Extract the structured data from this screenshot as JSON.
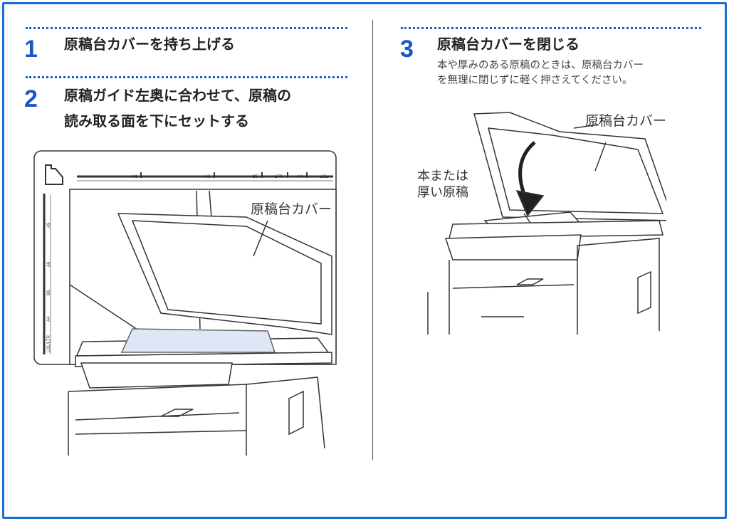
{
  "steps": [
    {
      "number": "1",
      "title": "原稿台カバーを持ち上げる"
    },
    {
      "number": "2",
      "title_lines": [
        "原稿ガイド左奥に合わせて、原稿の",
        "読み取る面を下にセットする"
      ]
    },
    {
      "number": "3",
      "title": "原稿台カバーを閉じる",
      "note_lines": [
        "本や厚みのある原稿のときは、原稿台カバー",
        "を無理に閉じずに軽く押さえてください。"
      ]
    }
  ],
  "illustration_left": {
    "cover_label": "原稿台カバー",
    "horizontal_scale": [
      "A6",
      "A5",
      "B5",
      "LTR",
      "A4",
      "LGL"
    ],
    "vertical_scale": [
      "A5",
      "A6",
      "B6",
      "A4",
      "LGL/LTR"
    ]
  },
  "illustration_right": {
    "cover_label": "原稿台カバー",
    "book_label_lines": [
      "本または",
      "厚い原稿"
    ]
  },
  "colors": {
    "accent": "#1a56c8",
    "border": "#1a6fd0"
  }
}
